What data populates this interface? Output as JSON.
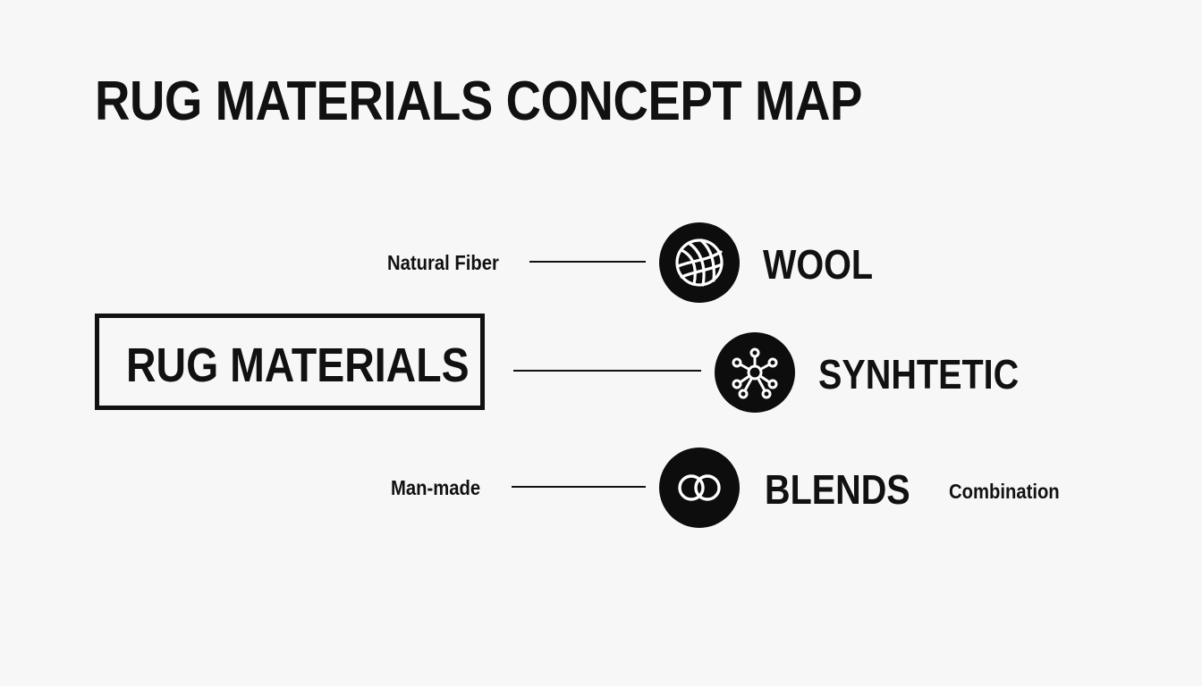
{
  "title": "RUG MATERIALS CONCEPT MAP",
  "central": {
    "label": "RUG MATERIALS"
  },
  "nodes": [
    {
      "label": "WOOL",
      "icon": "yarn-ball-icon",
      "side_label": "Natural Fiber"
    },
    {
      "label": "SYNHTETIC",
      "icon": "molecule-icon"
    },
    {
      "label": "BLENDS",
      "icon": "interlocking-rings-icon",
      "side_label": "Man-made",
      "note": "Combination"
    }
  ],
  "colors": {
    "ink": "#111111",
    "circle": "#0d0d0d",
    "background": "#f7f7f7",
    "icon_stroke": "#ffffff"
  }
}
